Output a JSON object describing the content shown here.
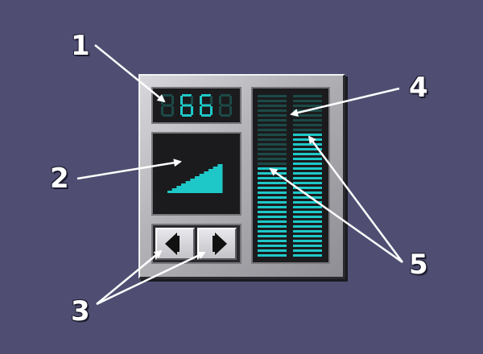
{
  "callouts": [
    "1",
    "2",
    "3",
    "4",
    "5"
  ],
  "display": {
    "digits": [
      "",
      "6",
      "6",
      ""
    ]
  },
  "volume_meter": {
    "level": 1.0
  },
  "buttons": [
    {
      "name": "left-arrow-button",
      "icon": "triangle-left-icon"
    },
    {
      "name": "right-arrow-button",
      "icon": "triangle-right-icon"
    }
  ],
  "level_meter": {
    "left_channel_level": 0.55,
    "right_channel_level": 0.75
  },
  "colors": {
    "background": "#4f4e72",
    "accent": "#1fc8c8",
    "unlit": "#1c4a48",
    "panel": "#1b1b1d"
  }
}
